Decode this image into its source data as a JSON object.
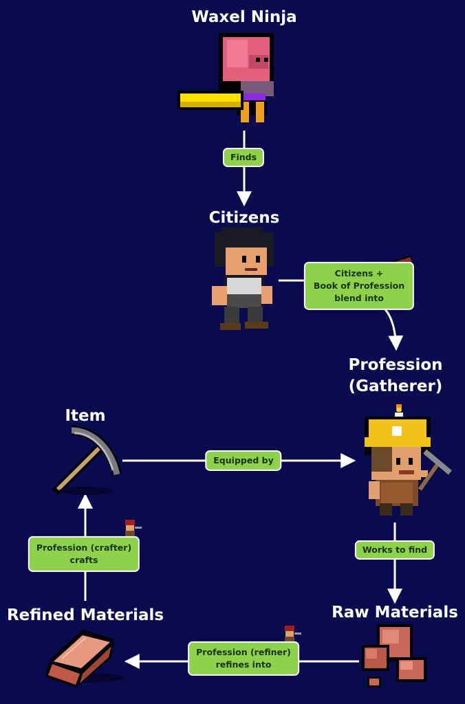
{
  "nodes": {
    "waxel_ninja": "Waxel Ninja",
    "citizens": "Citizens",
    "profession_line1": "Profession",
    "profession_line2": "(Gatherer)",
    "item": "Item",
    "raw_materials": "Raw Materials",
    "refined_materials": "Refined Materials"
  },
  "edges": {
    "finds": "Finds",
    "blend_line1": "Citizens +",
    "blend_line2": "Book of Profession",
    "blend_line3": "blend into",
    "equipped_by": "Equipped by",
    "works_to_find": "Works to find",
    "refines_line1": "Profession (refiner)",
    "refines_line2": "refines into",
    "crafts_line1": "Profession (crafter)",
    "crafts_line2": "crafts"
  },
  "colors": {
    "background": "#0a0a4e",
    "label_fill": "#8ed14a",
    "arrow": "#ffffff"
  },
  "icons": [
    "ninja-sprite",
    "citizen-sprite",
    "book-icon",
    "gatherer-sprite",
    "pickaxe-icon",
    "ore-icon",
    "ingot-icon",
    "worker-icon"
  ]
}
